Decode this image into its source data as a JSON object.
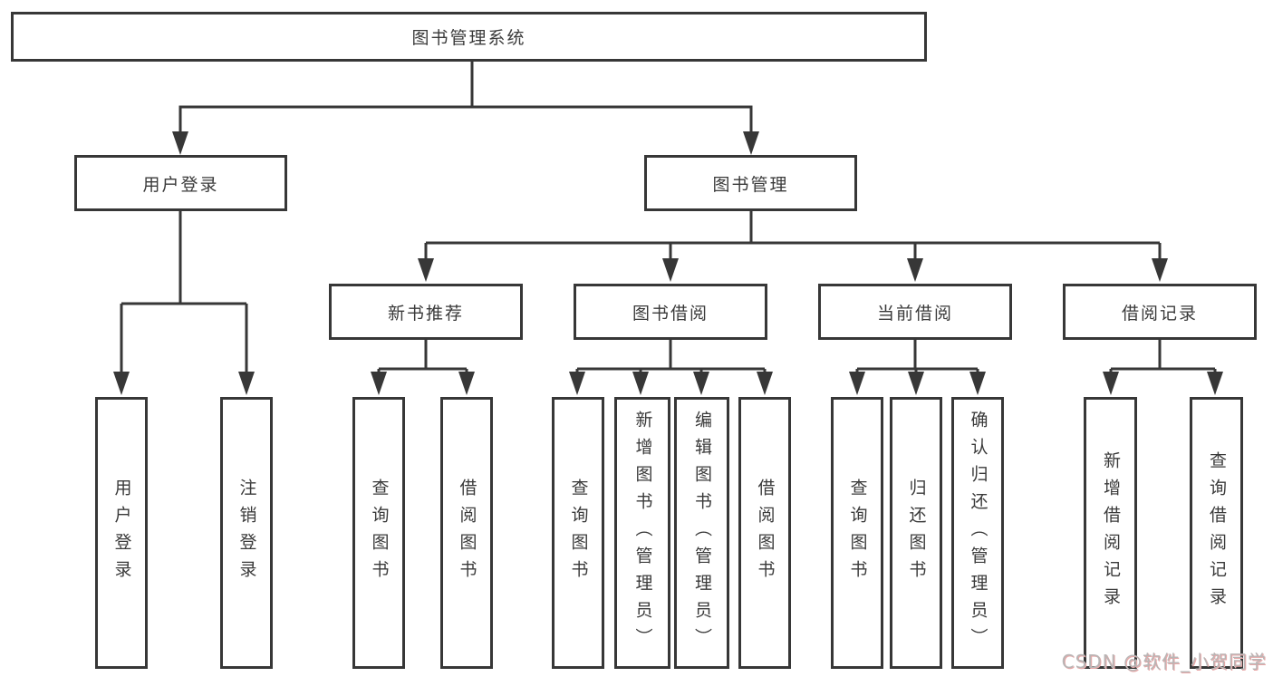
{
  "diagram_title": "图书管理系统",
  "nodes": {
    "root": "图书管理系统",
    "l2": [
      "用户登录",
      "图书管理"
    ],
    "l3": [
      "新书推荐",
      "图书借阅",
      "当前借阅",
      "借阅记录"
    ],
    "leaves": [
      "用户登录",
      "注销登录",
      "查询图书",
      "借阅图书",
      "查询图书",
      "新增图书（管理员）",
      "编辑图书（管理员）",
      "借阅图书",
      "查询图书",
      "归还图书",
      "确认归还（管理员）",
      "新增借阅记录",
      "查询借阅记录"
    ]
  },
  "hierarchy": {
    "图书管理系统": {
      "用户登录": [
        "用户登录",
        "注销登录"
      ],
      "图书管理": {
        "新书推荐": [
          "查询图书",
          "借阅图书"
        ],
        "图书借阅": [
          "查询图书",
          "新增图书（管理员）",
          "编辑图书（管理员）",
          "借阅图书"
        ],
        "当前借阅": [
          "查询图书",
          "归还图书",
          "确认归还（管理员）"
        ],
        "借阅记录": [
          "新增借阅记录",
          "查询借阅记录"
        ]
      }
    }
  },
  "watermark": "CSDN @软件_小贺同学",
  "colors": {
    "line": "#373737",
    "text": "#3a3a3a",
    "background": "#ffffff",
    "watermark_text": "#b9b5b5",
    "watermark_shadow": "#e8a9a9"
  }
}
